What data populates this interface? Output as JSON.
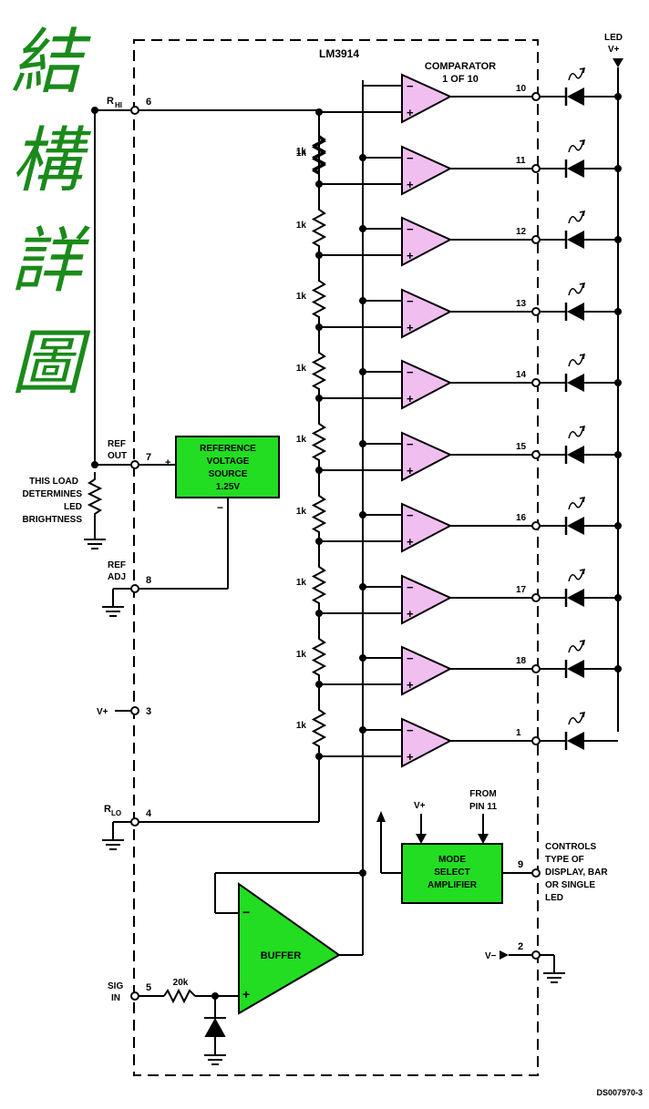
{
  "title_cjk": [
    "結",
    "構",
    "詳",
    "圖"
  ],
  "chip_label": "LM3914",
  "comparator_label": [
    "COMPARATOR",
    "1 OF 10"
  ],
  "led_supply": {
    "label": "LED",
    "sup": "V+"
  },
  "pins": {
    "rhi": {
      "label": "R",
      "sub": "HI",
      "num": "6"
    },
    "refout": {
      "label": [
        "REF",
        "OUT"
      ],
      "num": "7"
    },
    "refadj": {
      "label": [
        "REF",
        "ADJ"
      ],
      "num": "8"
    },
    "vplus": {
      "label": "V+",
      "num": "3"
    },
    "rlo": {
      "label": "R",
      "sub": "LO",
      "num": "4"
    },
    "sig": {
      "label": [
        "SIG",
        "IN"
      ],
      "num": "5"
    },
    "mode": {
      "num": "9"
    },
    "vminus": {
      "label": "V−",
      "num": "2"
    }
  },
  "load_note": [
    "THIS LOAD",
    "DETERMINES",
    "LED",
    "BRIGHTNESS"
  ],
  "reference": [
    "REFERENCE",
    "VOLTAGE",
    "SOURCE",
    "1.25V"
  ],
  "resistor_label": "1k",
  "output_pins": [
    "10",
    "11",
    "12",
    "13",
    "14",
    "15",
    "16",
    "17",
    "18",
    "1"
  ],
  "mode_block": [
    "MODE",
    "SELECT",
    "AMPLIFIER"
  ],
  "mode_inputs": {
    "vplus": "V+",
    "from": [
      "FROM",
      "PIN 11"
    ]
  },
  "controls_note": [
    "CONTROLS",
    "TYPE OF",
    "DISPLAY, BAR",
    "OR SINGLE",
    "LED"
  ],
  "buffer_label": "BUFFER",
  "sig_resistor": "20k",
  "ref_code": "DS007970-3",
  "colors": {
    "green": "#22dd22",
    "pink": "#f0bff0",
    "cjk": "#1a8a1a"
  }
}
